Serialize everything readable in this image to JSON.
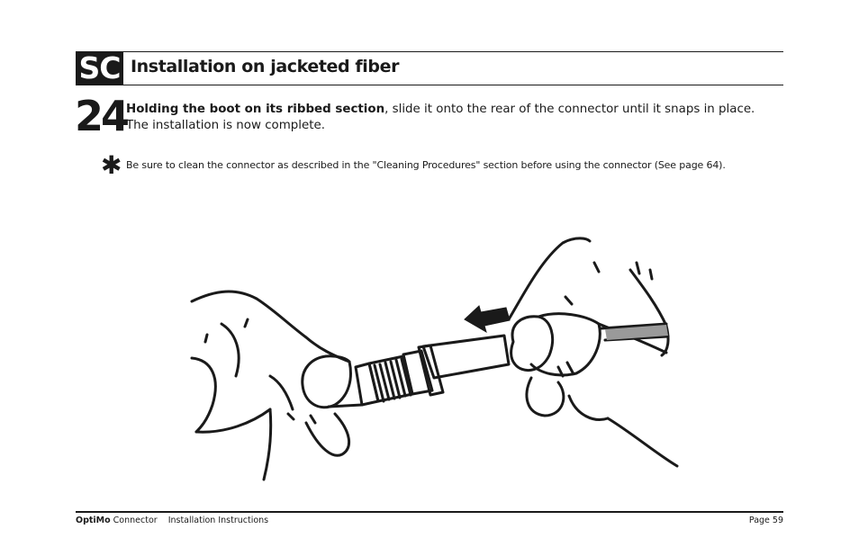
{
  "header": {
    "badge": "SC",
    "title": "Installation on jacketed fiber"
  },
  "step": {
    "number": "24",
    "bold_text": "Holding the boot on its ribbed section",
    "text": ", slide it onto the rear of the connector until it snaps in place. The installation is now complete."
  },
  "note": {
    "symbol": "✱",
    "text": "Be sure to clean the connector as described in the \"Cleaning Procedures\" section before using the connector (See page 64)."
  },
  "footer": {
    "brand": "OptiMo",
    "product": " Connector",
    "doc": "Installation Instructions",
    "page": "Page 59"
  },
  "illustration": {
    "description_icon": "hands-sliding-boot-onto-connector",
    "arrow_icon": "left-arrow-icon"
  }
}
